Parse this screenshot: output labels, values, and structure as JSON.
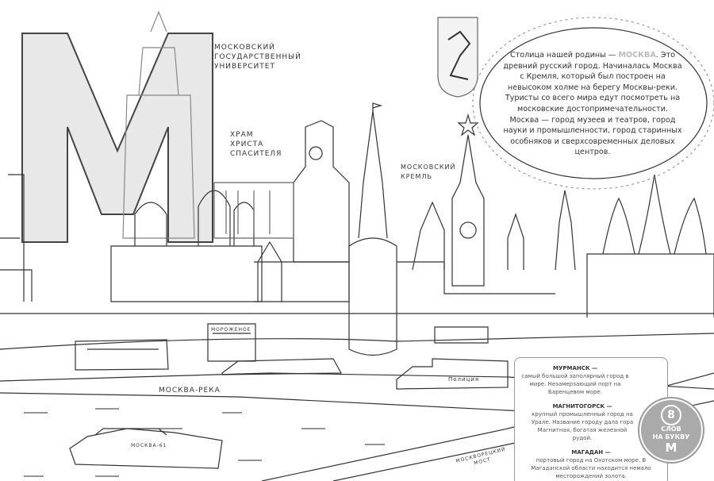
{
  "labels": {
    "msu": [
      "Московский",
      "государственный",
      "университет"
    ],
    "cathedral": [
      "Храм",
      "Христа",
      "Спасителя"
    ],
    "kremlin": [
      "Московский",
      "Кремль"
    ],
    "river": "Москва-река",
    "kiosk": "Мороженое",
    "police": "Полиция",
    "boat": "Москва-61",
    "bridge": [
      "Москворецкий",
      "мост"
    ]
  },
  "big_letter": "М",
  "intro": {
    "before": "Столица нашей родины —",
    "highlight": "МОСКВА",
    "after": ". Это древний русский город. Начиналась Москва с Кремля, который был построен на невысоком холме на берегу Москвы-реки. Туристы со всего мира едут посмотреть на московские достопримечательности. Москва — город музеев и театров, город науки и промышленности, город старинных особняков и сверхсовременных деловых центров."
  },
  "facts": [
    {
      "title": "МУРМАНСК —",
      "text": "самый большой заполярный город в мире. Незамерзающий порт на Баренцевом море."
    },
    {
      "title": "МАГНИТОГОРСК —",
      "text": "крупный промышленный город на Урале. Название городу дала гора Магнитная, богатая железной рудой."
    },
    {
      "title": "МАГАДАН —",
      "text": "портовый город на Охотском море. В Магаданской области находится немало месторождений золота."
    }
  ],
  "badge": {
    "number": "8",
    "line1": "СЛОВ",
    "line2": "НА БУКВУ",
    "letter": "М"
  },
  "colors": {
    "line": "#333333",
    "letter_fill": "#e6e6e6",
    "badge": "#aaaaaa"
  }
}
